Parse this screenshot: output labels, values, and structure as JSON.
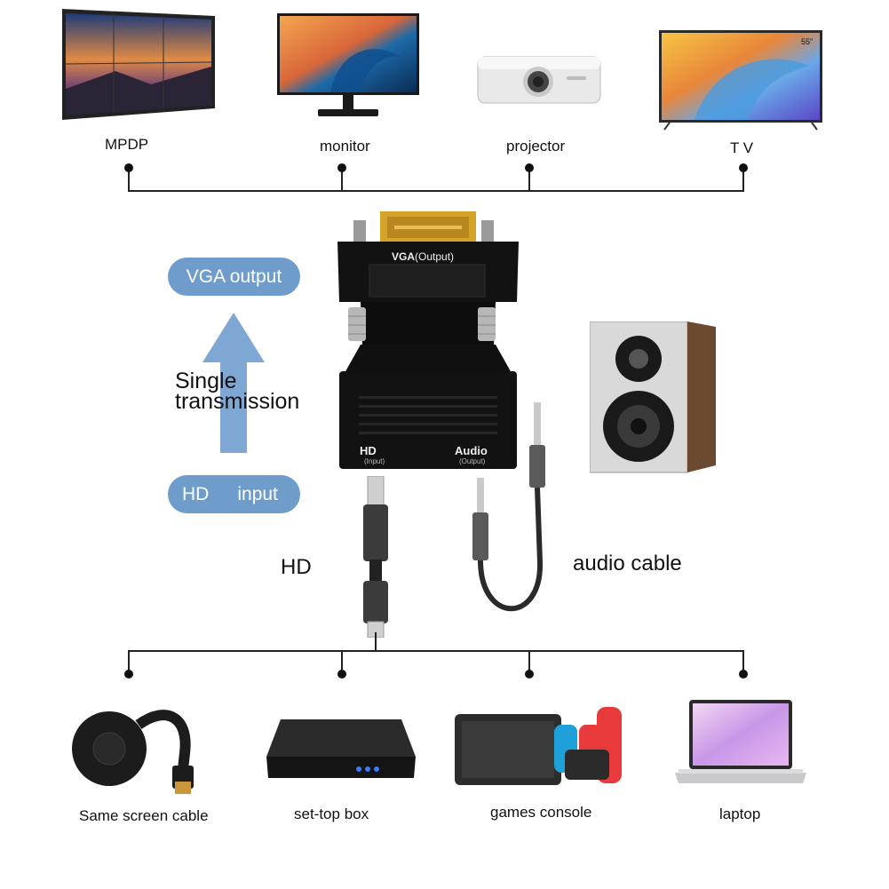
{
  "top_devices": [
    {
      "label": "MPDP"
    },
    {
      "label": "monitor"
    },
    {
      "label": "projector"
    },
    {
      "label": "T V",
      "tv_badge": "55\""
    }
  ],
  "adapter": {
    "title": "VGA",
    "title_sub": "(Output)",
    "hd_label": "HD",
    "hd_sub": "(Input)",
    "audio_label": "Audio",
    "audio_sub": "(Output)"
  },
  "flow": {
    "vga_output": "VGA output",
    "single_line1": "Single",
    "single_line2": "transmission",
    "hd_input_a": "HD",
    "hd_input_b": "input"
  },
  "cables": {
    "hd_label": "HD",
    "audio_label": "audio cable"
  },
  "bottom_devices": [
    {
      "label": "Same screen cable"
    },
    {
      "label": "set-top box"
    },
    {
      "label": "games console"
    },
    {
      "label": "laptop"
    }
  ],
  "colors": {
    "pill": "#6e9ccb",
    "arrow": "#7fa7d3",
    "adapter": "#121212",
    "gold": "#d4a32a"
  }
}
